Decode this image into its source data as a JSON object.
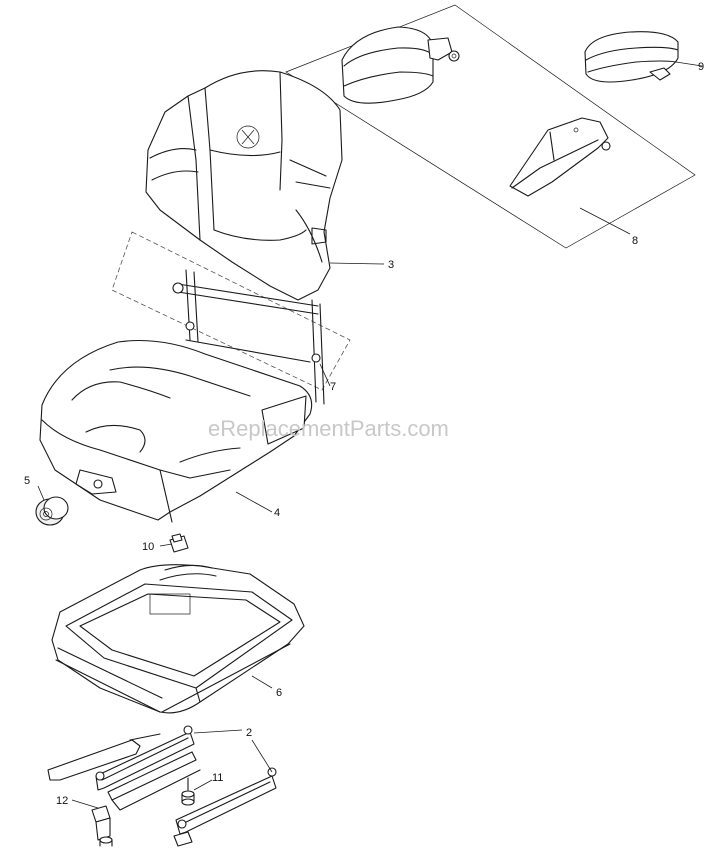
{
  "watermark": "eReplacementParts.com",
  "callouts": {
    "c2": "2",
    "c3": "3",
    "c4": "4",
    "c5": "5",
    "c6": "6",
    "c7": "7",
    "c8": "8",
    "c9": "9",
    "c10": "10",
    "c11": "11",
    "c12": "12"
  }
}
